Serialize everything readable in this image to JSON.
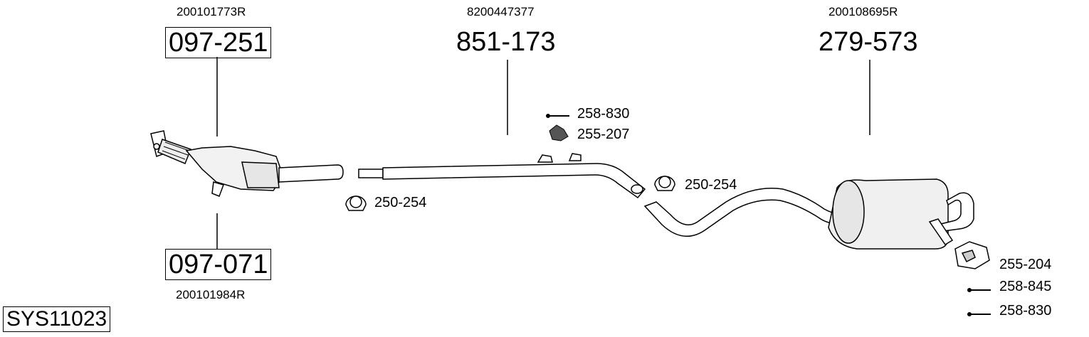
{
  "system_code": "SYS11023",
  "parts": [
    {
      "id": "p1",
      "oem": "200101773R",
      "part_no": "097-251",
      "boxed": true
    },
    {
      "id": "p2",
      "oem": "8200447377",
      "part_no": "851-173",
      "boxed": false
    },
    {
      "id": "p3",
      "oem": "200108695R",
      "part_no": "279-573",
      "boxed": false
    },
    {
      "id": "p4",
      "oem": "200101984R",
      "part_no": "097-071",
      "boxed": true
    }
  ],
  "accessories": {
    "clamp_left": "250-254",
    "clamp_mid": "250-254",
    "bolt_top": "258-830",
    "bracket_top": "255-207",
    "bracket_rear": "255-204",
    "bolt_rear_1": "258-845",
    "bolt_rear_2": "258-830"
  }
}
